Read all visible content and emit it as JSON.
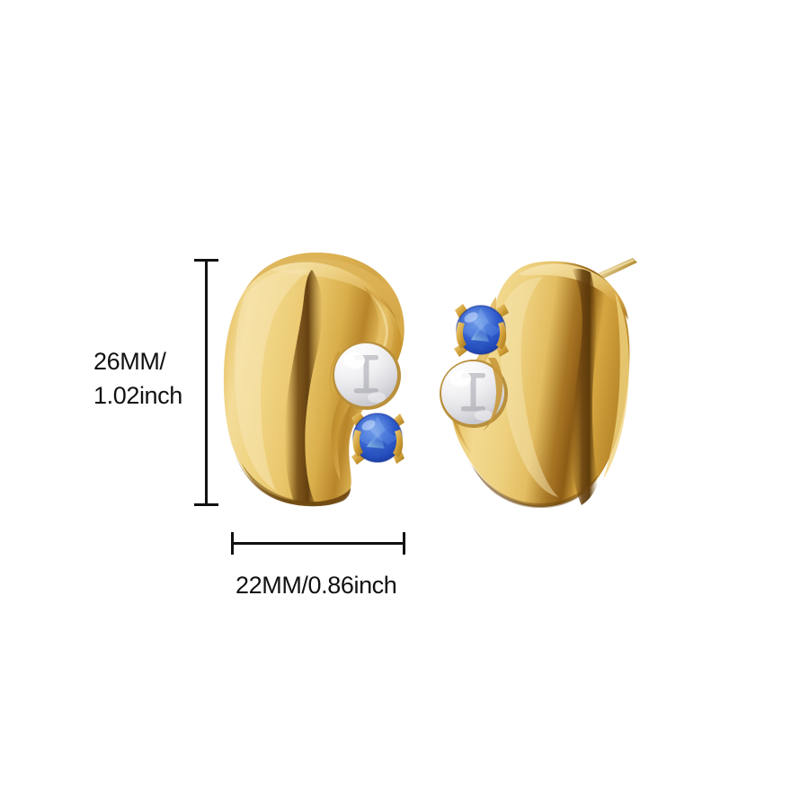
{
  "product": {
    "type": "earrings",
    "description": "Pair of chunky gold-tone teardrop / bean shaped hoop stud earrings set with a white pearl and a round blue sapphire-colour crystal",
    "count": 2,
    "materials": [
      "gold-plated metal",
      "faux pearl",
      "blue cubic zirconia"
    ],
    "background_color": "#ffffff"
  },
  "dimensions": {
    "height_label": "26MM/\n1.02inch",
    "height_mm": 26,
    "height_inch": 1.02,
    "width_label": "22MM/0.86inch",
    "width_mm": 22,
    "width_inch": 0.86,
    "line_color": "#111111",
    "text_color": "#111111"
  },
  "colors": {
    "gold_highlight": "#f7e3a4",
    "gold_light": "#f0d07f",
    "gold_mid": "#e0b34e",
    "gold_deep": "#c28f2c",
    "gold_shadow": "#8a5f18",
    "gold_dark_band": "#6d4a12",
    "pearl_white": "#ffffff",
    "pearl_shade": "#d9d9dd",
    "pearl_highlight": "#fbfbfb",
    "gem_blue_light": "#6f9ce8",
    "gem_blue": "#2a56c6",
    "gem_blue_deep": "#1733a0",
    "prong_gold": "#d5a43c"
  },
  "parts": {
    "left_earring": {
      "name": "left-earring",
      "shape": "comma-bean hoop",
      "pearl_position": "upper-right",
      "gem_position": "lower-right",
      "post_visible": false
    },
    "right_earring": {
      "name": "right-earring",
      "shape": "mirrored comma-bean hoop",
      "pearl_position": "lower-left",
      "gem_position": "upper-left",
      "post_visible": true,
      "post_label": "ear-post-pin"
    }
  }
}
